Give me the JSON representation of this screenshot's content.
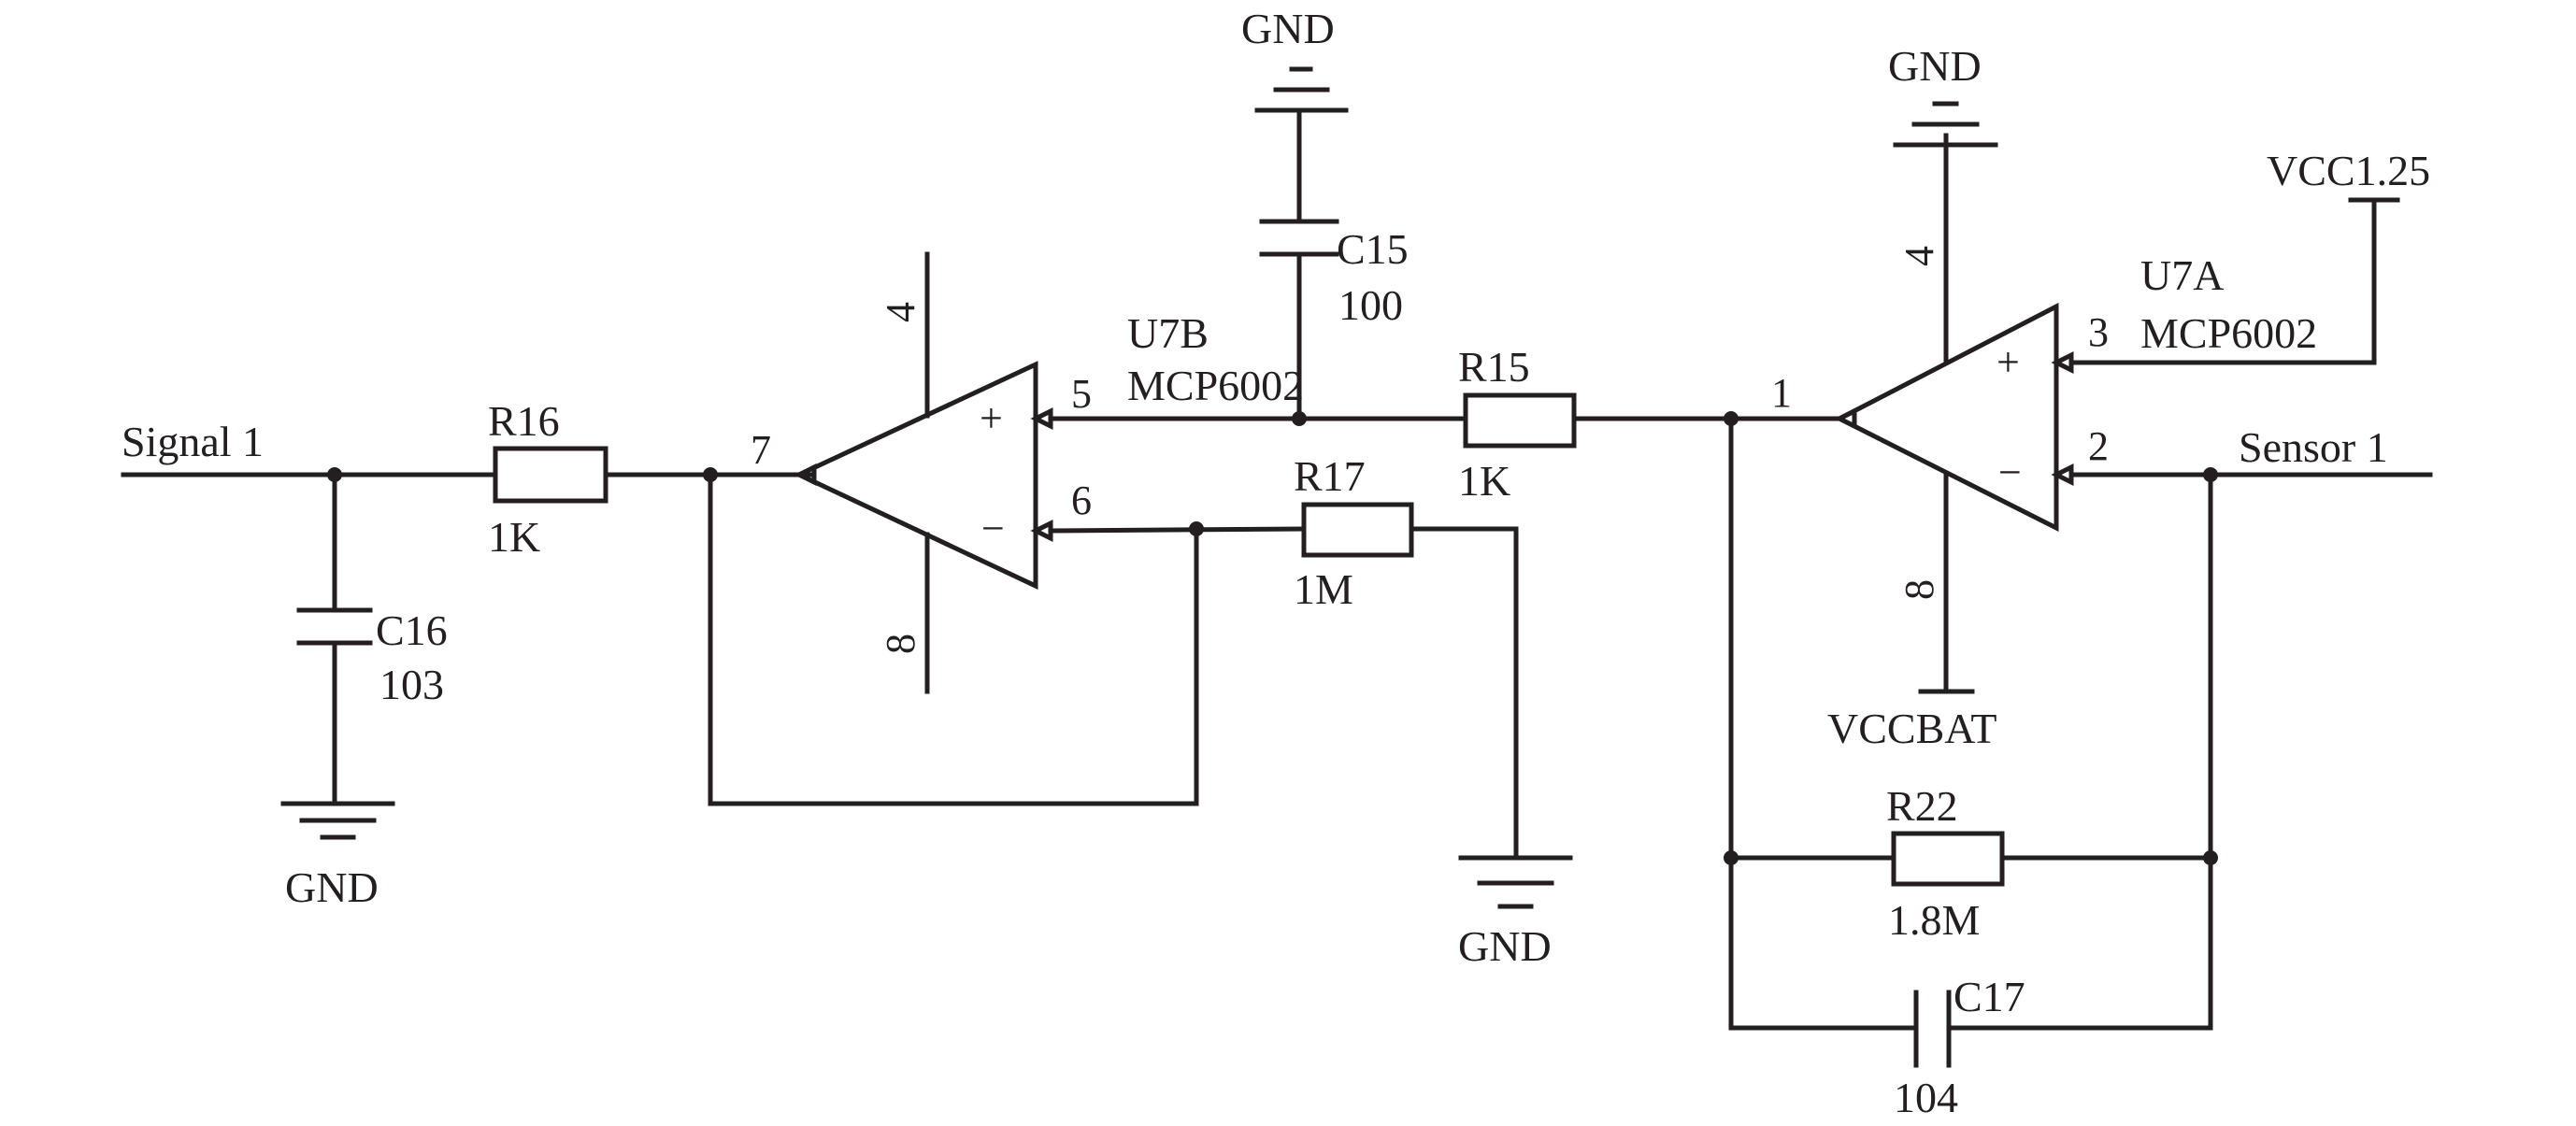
{
  "nets": {
    "signal_in": "Signal 1",
    "sensor_in": "Sensor 1",
    "gnd_c16": "GND",
    "gnd_c15": "GND",
    "gnd_r17": "GND",
    "gnd_u7a": "GND",
    "vcc_ref": "VCC1.25",
    "vccbat": "VCCBAT"
  },
  "components": {
    "r16": {
      "ref": "R16",
      "value": "1K"
    },
    "c16": {
      "ref": "C16",
      "value": "103"
    },
    "c15": {
      "ref": "C15",
      "value": "100"
    },
    "r15": {
      "ref": "R15",
      "value": "1K"
    },
    "r17": {
      "ref": "R17",
      "value": "1M"
    },
    "r22": {
      "ref": "R22",
      "value": "1.8M"
    },
    "c17": {
      "ref": "C17",
      "value": "104"
    },
    "u7b": {
      "ref": "U7B",
      "part": "MCP6002",
      "pin_out": "7",
      "pin_plus": "5",
      "pin_minus": "6",
      "pin_vdd": "4",
      "pin_vss": "8",
      "plus_sign": "+",
      "minus_sign": "−"
    },
    "u7a": {
      "ref": "U7A",
      "part": "MCP6002",
      "pin_out": "1",
      "pin_plus": "3",
      "pin_minus": "2",
      "pin_vdd": "4",
      "pin_vss": "8",
      "plus_sign": "+",
      "minus_sign": "−"
    }
  },
  "colors": {
    "ink": "#231f20",
    "background": "#ffffff"
  }
}
